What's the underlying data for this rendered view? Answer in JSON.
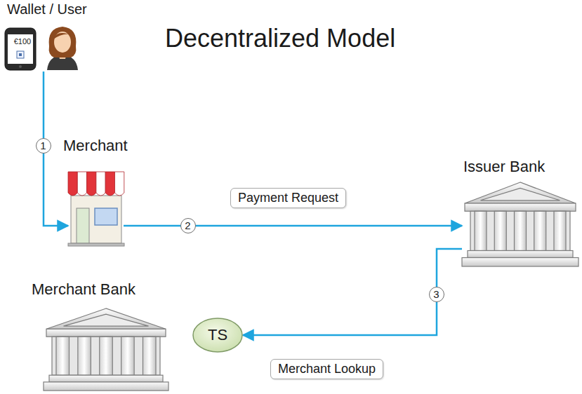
{
  "diagram": {
    "title": "Decentralized Model",
    "nodes": [
      {
        "text": [
          "Wallet / User",
          "€100"
        ]
      },
      {
        "text": [
          "Merchant"
        ]
      },
      {
        "text": [
          "Issuer Bank"
        ]
      },
      {
        "text": [
          "Merchant Bank"
        ]
      },
      {
        "text": [
          "TS"
        ]
      }
    ],
    "edges": [
      {
        "from": 0,
        "to": 1,
        "arrow": "to",
        "label": "1"
      },
      {
        "from": 1,
        "to": 2,
        "arrow": "to",
        "label": "2"
      },
      {
        "from": 2,
        "to": 4,
        "arrow": "to",
        "label": "3"
      }
    ],
    "labels": [
      "Payment Request",
      "Merchant Lookup"
    ]
  }
}
